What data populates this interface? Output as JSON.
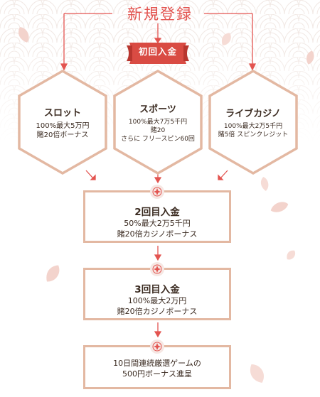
{
  "title": "新規登録",
  "ribbon_label": "初回入金",
  "hexagons": [
    {
      "title": "スロット",
      "lines": [
        "100%最大5万円",
        "賭20倍ボーナス"
      ]
    },
    {
      "title": "スポーツ",
      "lines": [
        "100%最大7万5千円",
        "賭20",
        "さらに フリースピン60回"
      ]
    },
    {
      "title": "ライブカジノ",
      "lines": [
        "100%最大2万5千円",
        "賭5倍 スピンクレジット"
      ]
    }
  ],
  "steps": [
    {
      "title": "2回目入金",
      "lines": [
        "50%最大2万5千円",
        "賭20倍カジノボーナス"
      ]
    },
    {
      "title": "3回目入金",
      "lines": [
        "100%最大2万円",
        "賭20倍カジノボーナス"
      ]
    },
    {
      "title": "",
      "lines": [
        "10日間連続厳選ゲームの",
        "500円ボーナス進呈"
      ]
    }
  ],
  "colors": {
    "accent": "#e35450",
    "gold": "#e3b8a2",
    "ribbon": "#d94b43",
    "petal": "#f3d3cc"
  }
}
